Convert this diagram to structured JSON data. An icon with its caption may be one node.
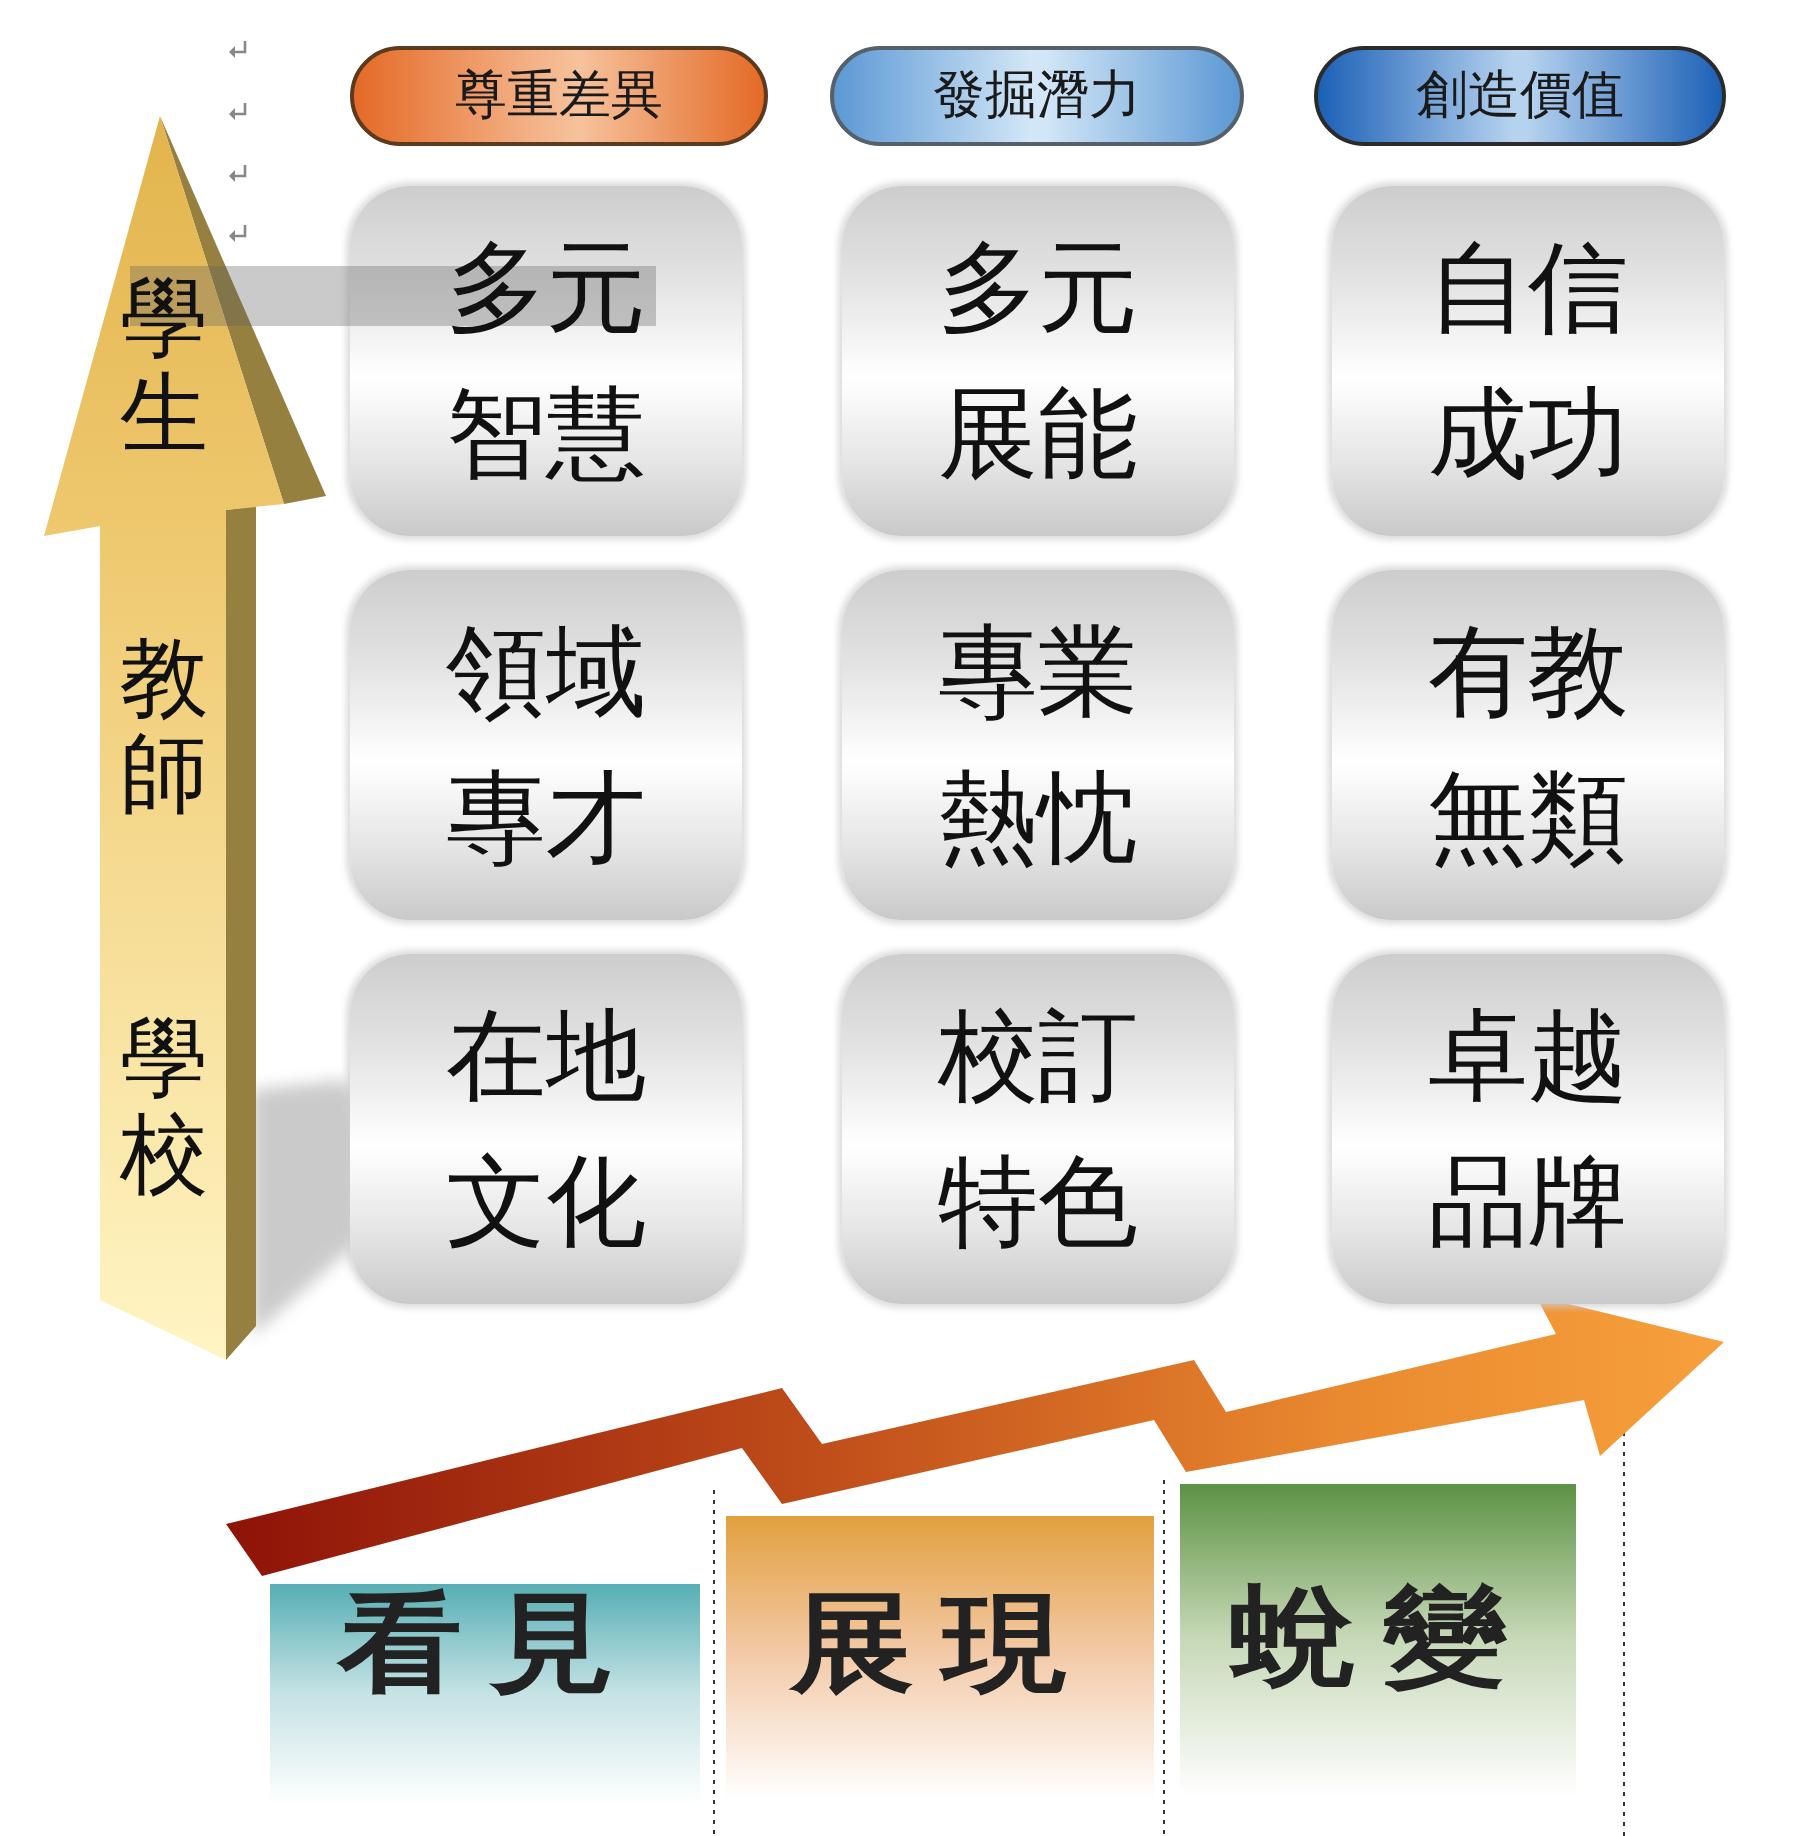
{
  "diagram": {
    "nodes": [
      {
        "text": [
          "尊重差異"
        ]
      },
      {
        "text": [
          "發掘潛力"
        ]
      },
      {
        "text": [
          "創造價值"
        ]
      },
      {
        "text": [
          "學生",
          "教師",
          "學校"
        ]
      },
      {
        "text": [],
        "shape": "bar"
      },
      {
        "text": [
          "多元智慧"
        ]
      },
      {
        "text": [
          "多元展能"
        ]
      },
      {
        "text": [
          "自信成功"
        ]
      },
      {
        "text": [
          "領域專才"
        ]
      },
      {
        "text": [
          "專業熱忱"
        ]
      },
      {
        "text": [
          "有教無類"
        ]
      },
      {
        "text": [
          "在地文化"
        ]
      },
      {
        "text": [
          "校訂特色"
        ]
      },
      {
        "text": [
          "卓越品牌"
        ]
      },
      {
        "text": [
          "看見"
        ]
      },
      {
        "text": [
          "展現"
        ]
      },
      {
        "text": [
          "蛻變"
        ]
      }
    ]
  }
}
